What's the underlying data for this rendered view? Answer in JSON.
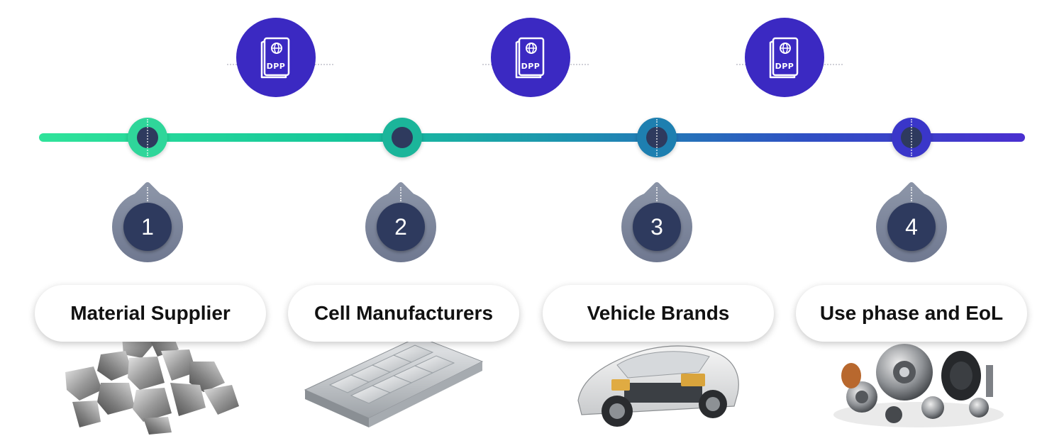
{
  "dpp": {
    "label": "DPP",
    "color": "#3b29c2",
    "icon": "passport-globe-icon"
  },
  "timeline": {
    "gradient_start": "#2fe39a",
    "gradient_end": "#4a2fd0",
    "node_colors": [
      "#2fd69a",
      "#1bb59a",
      "#1e7fb0",
      "#3a36c9"
    ],
    "node_inner_color": "#2e3a5e"
  },
  "stages": [
    {
      "number": "1",
      "label": "Material Supplier",
      "image": "metal-nuggets"
    },
    {
      "number": "2",
      "label": "Cell Manufacturers",
      "image": "battery-pack-tray"
    },
    {
      "number": "3",
      "label": "Vehicle Brands",
      "image": "electric-car-cutaway"
    },
    {
      "number": "4",
      "label": "Use phase and EoL",
      "image": "auto-parts-pile"
    }
  ]
}
